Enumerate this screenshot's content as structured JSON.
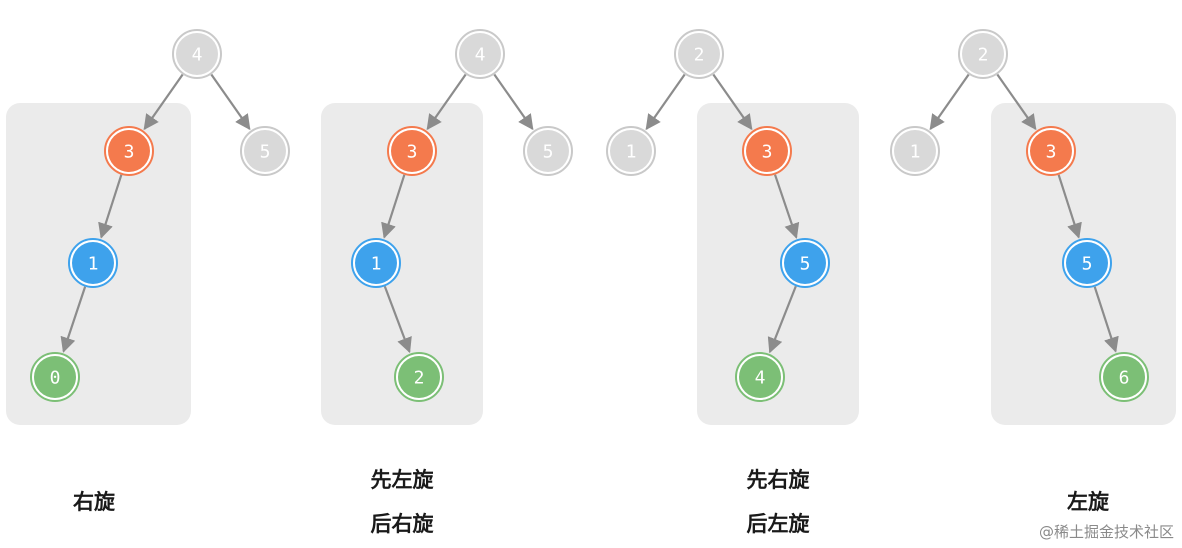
{
  "colors": {
    "faded": "#d9d9d9",
    "faded_ring": "#c9c9c9",
    "orange": "#f47a4d",
    "blue": "#3ea2ec",
    "green": "#7cbf76",
    "edge": "#8c8c8c",
    "panel": "#ebebeb"
  },
  "cases": [
    {
      "caption_lines": [
        "右旋"
      ],
      "nodes": [
        {
          "label": "4",
          "role": "faded"
        },
        {
          "label": "5",
          "role": "faded"
        },
        {
          "label": "3",
          "role": "orange"
        },
        {
          "label": "1",
          "role": "blue"
        },
        {
          "label": "0",
          "role": "green"
        }
      ]
    },
    {
      "caption_lines": [
        "先左旋",
        "后右旋"
      ],
      "nodes": [
        {
          "label": "4",
          "role": "faded"
        },
        {
          "label": "5",
          "role": "faded"
        },
        {
          "label": "3",
          "role": "orange"
        },
        {
          "label": "1",
          "role": "blue"
        },
        {
          "label": "2",
          "role": "green"
        }
      ]
    },
    {
      "caption_lines": [
        "先右旋",
        "后左旋"
      ],
      "nodes": [
        {
          "label": "2",
          "role": "faded"
        },
        {
          "label": "1",
          "role": "faded"
        },
        {
          "label": "3",
          "role": "orange"
        },
        {
          "label": "5",
          "role": "blue"
        },
        {
          "label": "4",
          "role": "green"
        }
      ]
    },
    {
      "caption_lines": [
        "左旋"
      ],
      "nodes": [
        {
          "label": "2",
          "role": "faded"
        },
        {
          "label": "1",
          "role": "faded"
        },
        {
          "label": "3",
          "role": "orange"
        },
        {
          "label": "5",
          "role": "blue"
        },
        {
          "label": "6",
          "role": "green"
        }
      ]
    }
  ],
  "watermark": "@稀土掘金技术社区"
}
